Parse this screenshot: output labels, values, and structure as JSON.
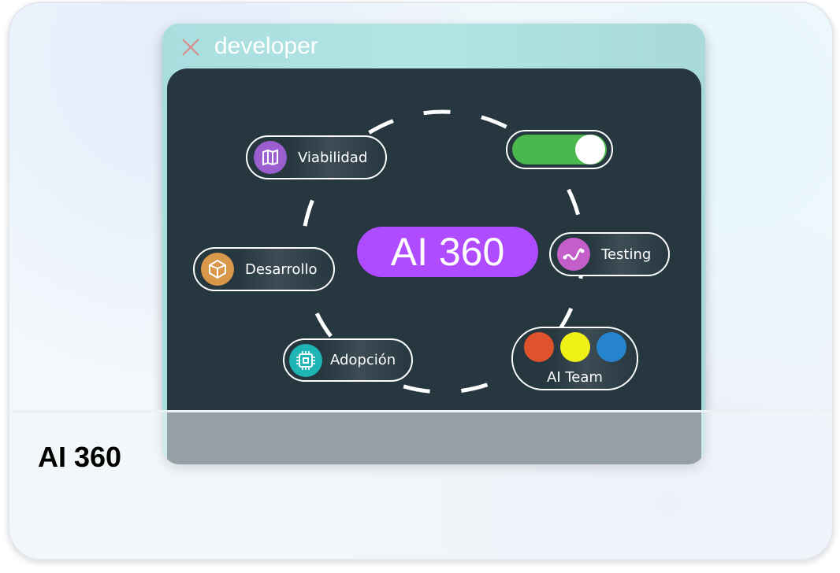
{
  "window": {
    "title": "developer"
  },
  "diagram": {
    "center_label": "AI 360",
    "nodes": [
      {
        "label": "Viabilidad",
        "icon": "map-icon",
        "color": "#9b5fd0"
      },
      {
        "label": "Testing",
        "icon": "workflow-icon",
        "color": "#c45ec9"
      },
      {
        "label": "Desarrollo",
        "icon": "cube-icon",
        "color": "#d9974a"
      },
      {
        "label": "Adopción",
        "icon": "chip-icon",
        "color": "#1fb5b5"
      }
    ],
    "toggle": {
      "on": true,
      "color": "#4ab84c"
    },
    "team": {
      "label": "AI Team",
      "dots": [
        "#e0522c",
        "#eef016",
        "#2684cc"
      ]
    }
  },
  "footer": {
    "title": "AI 360"
  }
}
